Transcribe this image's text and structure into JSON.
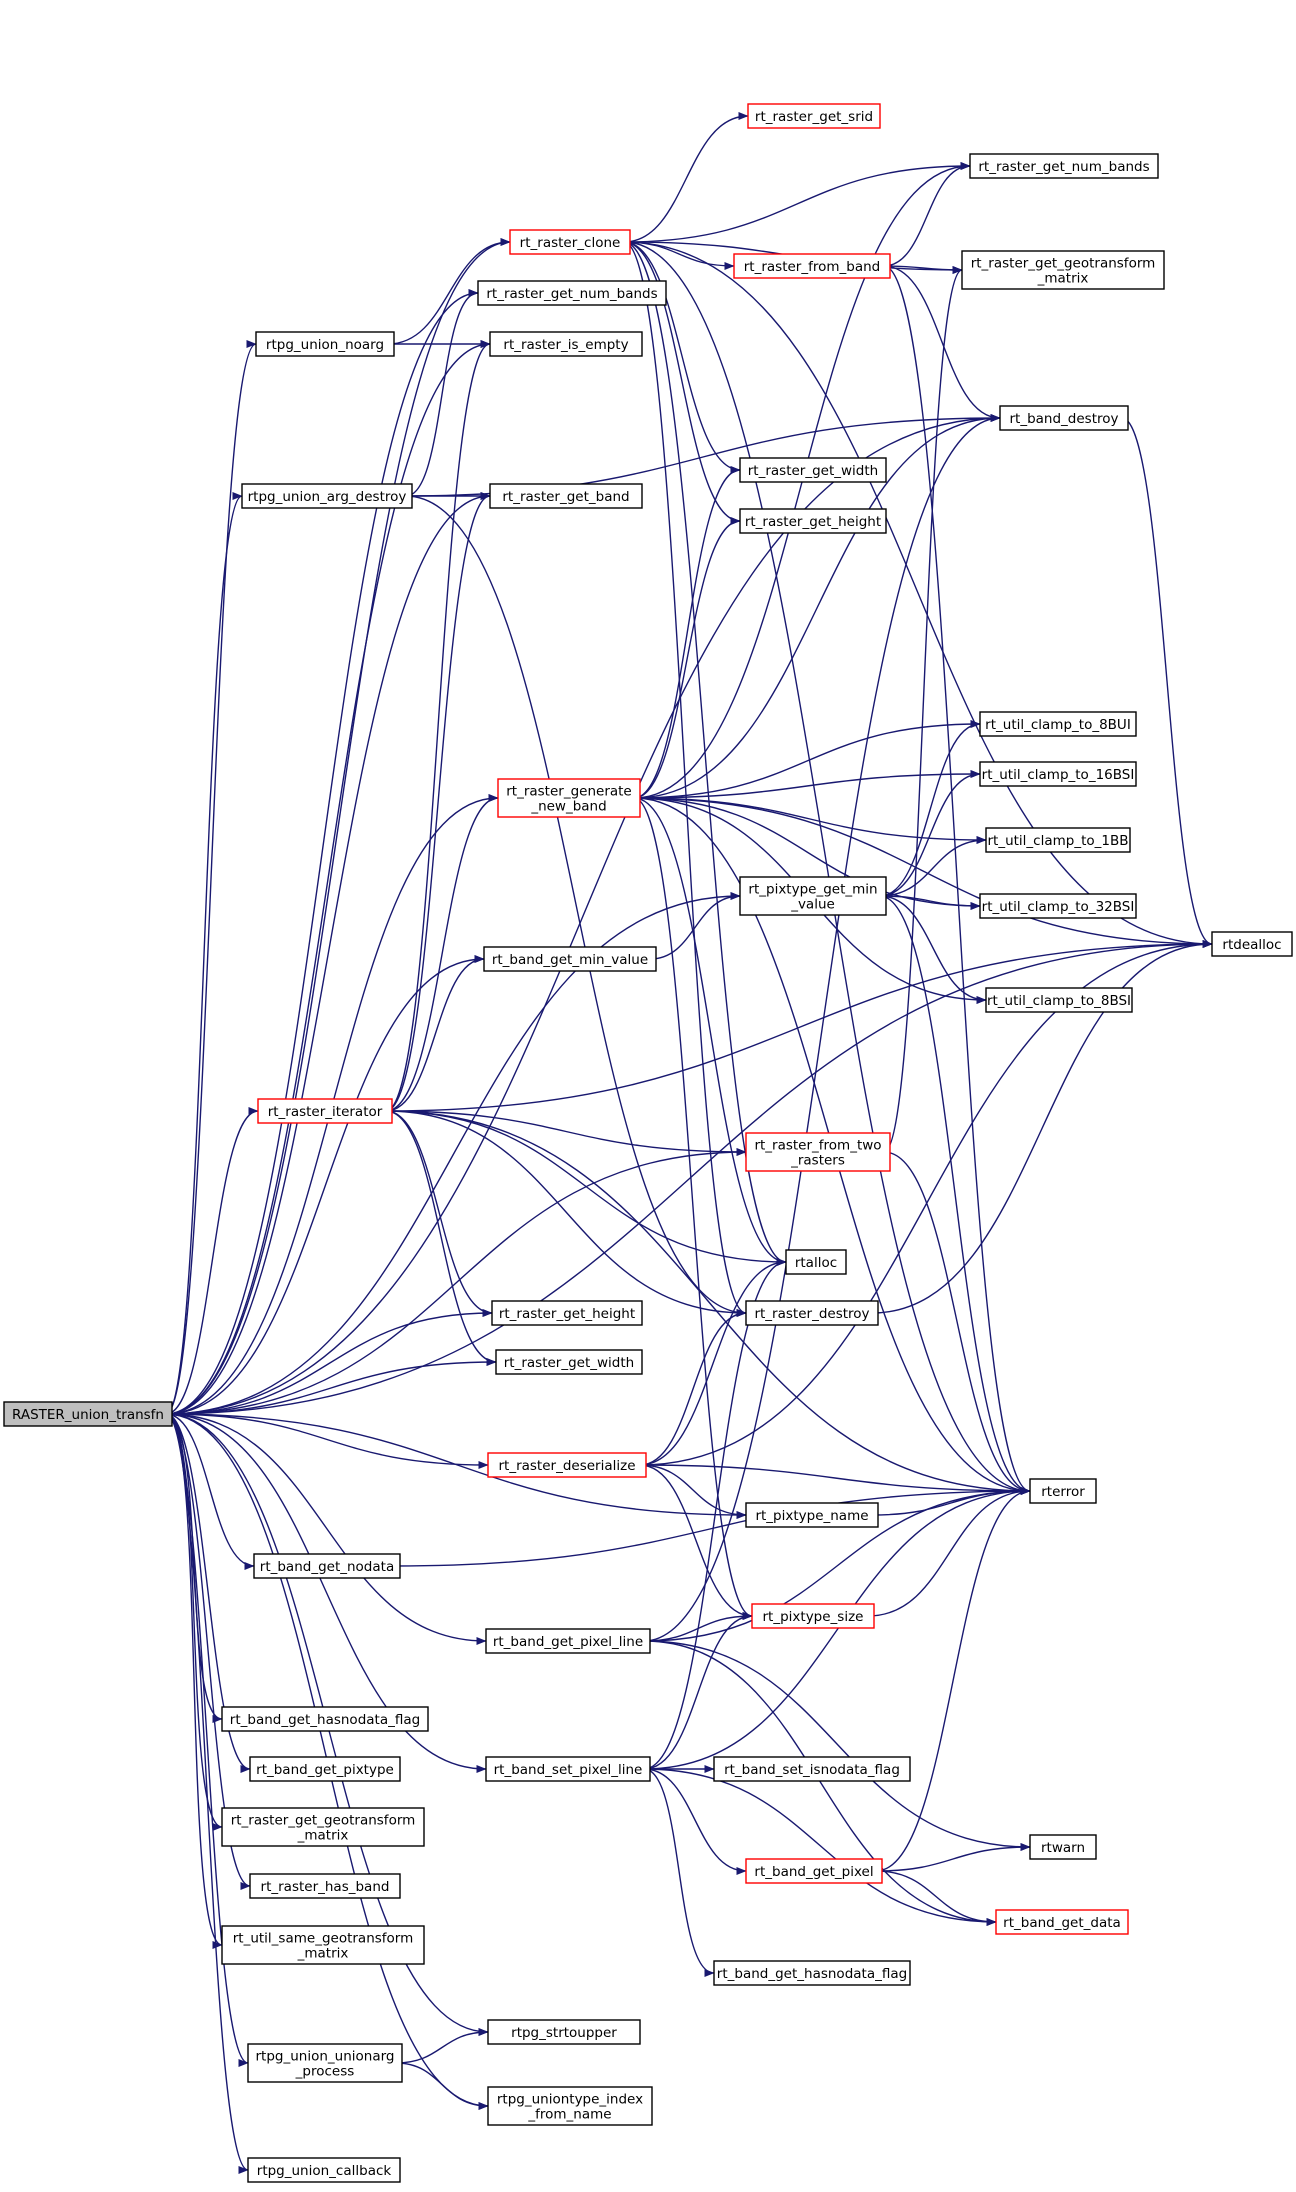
{
  "graph": {
    "edge_color": "#191970",
    "node_border_color": "#000000",
    "node_incomplete_border_color": "#ff0000",
    "root_fill": "#bfbfbf",
    "nodes": [
      {
        "id": "root",
        "lines": [
          "RASTER_union_transfn"
        ],
        "style": "root"
      },
      {
        "id": "rt_raster_clone",
        "lines": [
          "rt_raster_clone"
        ],
        "style": "red"
      },
      {
        "id": "rt_raster_get_srid",
        "lines": [
          "rt_raster_get_srid"
        ],
        "style": "red"
      },
      {
        "id": "rt_raster_get_num_bands_a",
        "lines": [
          "rt_raster_get_num_bands"
        ],
        "style": "normal"
      },
      {
        "id": "rt_raster_from_band",
        "lines": [
          "rt_raster_from_band"
        ],
        "style": "red"
      },
      {
        "id": "rt_raster_get_geotransform_matrix_a",
        "lines": [
          "rt_raster_get_geotransform",
          "_matrix"
        ],
        "style": "normal"
      },
      {
        "id": "rt_raster_get_num_bands_b",
        "lines": [
          "rt_raster_get_num_bands"
        ],
        "style": "normal"
      },
      {
        "id": "rtpg_union_noarg",
        "lines": [
          "rtpg_union_noarg"
        ],
        "style": "normal"
      },
      {
        "id": "rt_raster_is_empty",
        "lines": [
          "rt_raster_is_empty"
        ],
        "style": "normal"
      },
      {
        "id": "rt_band_destroy",
        "lines": [
          "rt_band_destroy"
        ],
        "style": "normal"
      },
      {
        "id": "rtpg_union_arg_destroy",
        "lines": [
          "rtpg_union_arg_destroy"
        ],
        "style": "normal"
      },
      {
        "id": "rt_raster_get_band",
        "lines": [
          "rt_raster_get_band"
        ],
        "style": "normal"
      },
      {
        "id": "rt_raster_get_width_a",
        "lines": [
          "rt_raster_get_width"
        ],
        "style": "normal"
      },
      {
        "id": "rt_raster_get_height_a",
        "lines": [
          "rt_raster_get_height"
        ],
        "style": "normal"
      },
      {
        "id": "rt_util_clamp_to_8BUI",
        "lines": [
          "rt_util_clamp_to_8BUI"
        ],
        "style": "normal"
      },
      {
        "id": "rt_raster_generate_new_band",
        "lines": [
          "rt_raster_generate",
          "_new_band"
        ],
        "style": "red"
      },
      {
        "id": "rt_util_clamp_to_16BSI",
        "lines": [
          "rt_util_clamp_to_16BSI"
        ],
        "style": "normal"
      },
      {
        "id": "rt_util_clamp_to_1BB",
        "lines": [
          "rt_util_clamp_to_1BB"
        ],
        "style": "normal"
      },
      {
        "id": "rt_util_clamp_to_32BSI",
        "lines": [
          "rt_util_clamp_to_32BSI"
        ],
        "style": "normal"
      },
      {
        "id": "rt_pixtype_get_min_value",
        "lines": [
          "rt_pixtype_get_min",
          "_value"
        ],
        "style": "normal"
      },
      {
        "id": "rt_band_get_min_value",
        "lines": [
          "rt_band_get_min_value"
        ],
        "style": "normal"
      },
      {
        "id": "rtdealloc",
        "lines": [
          "rtdealloc"
        ],
        "style": "normal"
      },
      {
        "id": "rt_util_clamp_to_8BSI",
        "lines": [
          "rt_util_clamp_to_8BSI"
        ],
        "style": "normal"
      },
      {
        "id": "rt_raster_iterator",
        "lines": [
          "rt_raster_iterator"
        ],
        "style": "red"
      },
      {
        "id": "rt_raster_from_two_rasters",
        "lines": [
          "rt_raster_from_two",
          "_rasters"
        ],
        "style": "red"
      },
      {
        "id": "rtalloc",
        "lines": [
          "rtalloc"
        ],
        "style": "normal"
      },
      {
        "id": "rt_raster_get_height_b",
        "lines": [
          "rt_raster_get_height"
        ],
        "style": "normal"
      },
      {
        "id": "rt_raster_destroy",
        "lines": [
          "rt_raster_destroy"
        ],
        "style": "normal"
      },
      {
        "id": "rt_raster_get_width_b",
        "lines": [
          "rt_raster_get_width"
        ],
        "style": "normal"
      },
      {
        "id": "rt_raster_deserialize",
        "lines": [
          "rt_raster_deserialize"
        ],
        "style": "red"
      },
      {
        "id": "rterror",
        "lines": [
          "rterror"
        ],
        "style": "normal"
      },
      {
        "id": "rt_pixtype_name",
        "lines": [
          "rt_pixtype_name"
        ],
        "style": "normal"
      },
      {
        "id": "rt_band_get_nodata",
        "lines": [
          "rt_band_get_nodata"
        ],
        "style": "normal"
      },
      {
        "id": "rt_pixtype_size",
        "lines": [
          "rt_pixtype_size"
        ],
        "style": "red"
      },
      {
        "id": "rt_band_get_pixel_line",
        "lines": [
          "rt_band_get_pixel_line"
        ],
        "style": "normal"
      },
      {
        "id": "rt_band_get_hasnodata_flag_a",
        "lines": [
          "rt_band_get_hasnodata_flag"
        ],
        "style": "normal"
      },
      {
        "id": "rt_band_get_pixtype",
        "lines": [
          "rt_band_get_pixtype"
        ],
        "style": "normal"
      },
      {
        "id": "rt_band_set_pixel_line",
        "lines": [
          "rt_band_set_pixel_line"
        ],
        "style": "normal"
      },
      {
        "id": "rt_band_set_isnodata_flag",
        "lines": [
          "rt_band_set_isnodata_flag"
        ],
        "style": "normal"
      },
      {
        "id": "rt_raster_get_geotransform_matrix_b",
        "lines": [
          "rt_raster_get_geotransform",
          "_matrix"
        ],
        "style": "normal"
      },
      {
        "id": "rtwarn",
        "lines": [
          "rtwarn"
        ],
        "style": "normal"
      },
      {
        "id": "rt_raster_has_band",
        "lines": [
          "rt_raster_has_band"
        ],
        "style": "normal"
      },
      {
        "id": "rt_band_get_pixel",
        "lines": [
          "rt_band_get_pixel"
        ],
        "style": "red"
      },
      {
        "id": "rt_band_get_data",
        "lines": [
          "rt_band_get_data"
        ],
        "style": "red"
      },
      {
        "id": "rt_util_same_geotransform_matrix",
        "lines": [
          "rt_util_same_geotransform",
          "_matrix"
        ],
        "style": "normal"
      },
      {
        "id": "rt_band_get_hasnodata_flag_b",
        "lines": [
          "rt_band_get_hasnodata_flag"
        ],
        "style": "normal"
      },
      {
        "id": "rtpg_strtoupper",
        "lines": [
          "rtpg_strtoupper"
        ],
        "style": "normal"
      },
      {
        "id": "rtpg_union_unionarg_process",
        "lines": [
          "rtpg_union_unionarg",
          "_process"
        ],
        "style": "normal"
      },
      {
        "id": "rtpg_uniontype_index_from_name",
        "lines": [
          "rtpg_uniontype_index",
          "_from_name"
        ],
        "style": "normal"
      },
      {
        "id": "rtpg_union_callback",
        "lines": [
          "rtpg_union_callback"
        ],
        "style": "normal"
      }
    ],
    "edges": [
      [
        "root",
        "rt_raster_clone"
      ],
      [
        "root",
        "rt_raster_get_num_bands_b"
      ],
      [
        "root",
        "rtpg_union_noarg"
      ],
      [
        "root",
        "rt_raster_is_empty"
      ],
      [
        "root",
        "rt_band_destroy"
      ],
      [
        "root",
        "rtpg_union_arg_destroy"
      ],
      [
        "root",
        "rt_raster_get_band"
      ],
      [
        "root",
        "rt_raster_generate_new_band"
      ],
      [
        "root",
        "rt_pixtype_get_min_value"
      ],
      [
        "root",
        "rt_band_get_min_value"
      ],
      [
        "root",
        "rt_raster_iterator"
      ],
      [
        "root",
        "rt_raster_from_two_rasters"
      ],
      [
        "root",
        "rt_raster_get_height_b"
      ],
      [
        "root",
        "rt_raster_get_width_b"
      ],
      [
        "root",
        "rt_raster_deserialize"
      ],
      [
        "root",
        "rtdealloc"
      ],
      [
        "root",
        "rt_pixtype_name"
      ],
      [
        "root",
        "rt_band_get_nodata"
      ],
      [
        "root",
        "rt_band_get_pixel_line"
      ],
      [
        "root",
        "rt_band_get_hasnodata_flag_a"
      ],
      [
        "root",
        "rt_band_get_pixtype"
      ],
      [
        "root",
        "rt_band_set_pixel_line"
      ],
      [
        "root",
        "rt_raster_get_geotransform_matrix_b"
      ],
      [
        "root",
        "rt_raster_has_band"
      ],
      [
        "root",
        "rt_util_same_geotransform_matrix"
      ],
      [
        "root",
        "rtpg_strtoupper"
      ],
      [
        "root",
        "rtpg_union_unionarg_process"
      ],
      [
        "root",
        "rtpg_uniontype_index_from_name"
      ],
      [
        "root",
        "rtpg_union_callback"
      ],
      [
        "rt_raster_clone",
        "rt_raster_get_srid"
      ],
      [
        "rt_raster_clone",
        "rt_raster_get_num_bands_a"
      ],
      [
        "rt_raster_clone",
        "rt_raster_from_band"
      ],
      [
        "rt_raster_clone",
        "rt_raster_get_geotransform_matrix_a"
      ],
      [
        "rt_raster_clone",
        "rt_raster_get_width_a"
      ],
      [
        "rt_raster_clone",
        "rt_raster_get_height_a"
      ],
      [
        "rt_raster_clone",
        "rtalloc"
      ],
      [
        "rt_raster_clone",
        "rt_raster_destroy"
      ],
      [
        "rt_raster_clone",
        "rtdealloc"
      ],
      [
        "rt_raster_clone",
        "rterror"
      ],
      [
        "rt_raster_from_band",
        "rt_raster_get_num_bands_a"
      ],
      [
        "rt_raster_from_band",
        "rt_raster_get_geotransform_matrix_a"
      ],
      [
        "rt_raster_from_band",
        "rt_band_destroy"
      ],
      [
        "rt_raster_from_band",
        "rterror"
      ],
      [
        "rtpg_union_noarg",
        "rt_raster_clone"
      ],
      [
        "rtpg_union_noarg",
        "rt_raster_is_empty"
      ],
      [
        "rt_band_destroy",
        "rtdealloc"
      ],
      [
        "rtpg_union_arg_destroy",
        "rt_raster_get_num_bands_b"
      ],
      [
        "rtpg_union_arg_destroy",
        "rt_band_destroy"
      ],
      [
        "rtpg_union_arg_destroy",
        "rt_raster_get_band"
      ],
      [
        "rtpg_union_arg_destroy",
        "rt_raster_destroy"
      ],
      [
        "rt_raster_generate_new_band",
        "rt_raster_get_num_bands_a"
      ],
      [
        "rt_raster_generate_new_band",
        "rt_band_destroy"
      ],
      [
        "rt_raster_generate_new_band",
        "rt_raster_get_width_a"
      ],
      [
        "rt_raster_generate_new_band",
        "rt_raster_get_height_a"
      ],
      [
        "rt_raster_generate_new_band",
        "rt_util_clamp_to_8BUI"
      ],
      [
        "rt_raster_generate_new_band",
        "rt_util_clamp_to_16BSI"
      ],
      [
        "rt_raster_generate_new_band",
        "rt_util_clamp_to_1BB"
      ],
      [
        "rt_raster_generate_new_band",
        "rt_util_clamp_to_32BSI"
      ],
      [
        "rt_raster_generate_new_band",
        "rt_util_clamp_to_8BSI"
      ],
      [
        "rt_raster_generate_new_band",
        "rtdealloc"
      ],
      [
        "rt_raster_generate_new_band",
        "rtalloc"
      ],
      [
        "rt_raster_generate_new_band",
        "rt_pixtype_size"
      ],
      [
        "rt_raster_generate_new_band",
        "rterror"
      ],
      [
        "rt_pixtype_get_min_value",
        "rt_util_clamp_to_8BUI"
      ],
      [
        "rt_pixtype_get_min_value",
        "rt_util_clamp_to_16BSI"
      ],
      [
        "rt_pixtype_get_min_value",
        "rt_util_clamp_to_1BB"
      ],
      [
        "rt_pixtype_get_min_value",
        "rt_util_clamp_to_32BSI"
      ],
      [
        "rt_pixtype_get_min_value",
        "rt_util_clamp_to_8BSI"
      ],
      [
        "rt_pixtype_get_min_value",
        "rterror"
      ],
      [
        "rt_band_get_min_value",
        "rt_pixtype_get_min_value"
      ],
      [
        "rt_raster_iterator",
        "rt_raster_get_band"
      ],
      [
        "rt_raster_iterator",
        "rt_raster_is_empty"
      ],
      [
        "rt_raster_iterator",
        "rt_raster_generate_new_band"
      ],
      [
        "rt_raster_iterator",
        "rt_band_get_min_value"
      ],
      [
        "rt_raster_iterator",
        "rt_raster_from_two_rasters"
      ],
      [
        "rt_raster_iterator",
        "rtalloc"
      ],
      [
        "rt_raster_iterator",
        "rt_raster_destroy"
      ],
      [
        "rt_raster_iterator",
        "rt_raster_get_height_b"
      ],
      [
        "rt_raster_iterator",
        "rt_raster_get_width_b"
      ],
      [
        "rt_raster_iterator",
        "rterror"
      ],
      [
        "rt_raster_iterator",
        "rtdealloc"
      ],
      [
        "rt_raster_from_two_rasters",
        "rt_raster_get_geotransform_matrix_a"
      ],
      [
        "rt_raster_from_two_rasters",
        "rterror"
      ],
      [
        "rt_raster_destroy",
        "rtdealloc"
      ],
      [
        "rt_raster_deserialize",
        "rtalloc"
      ],
      [
        "rt_raster_deserialize",
        "rt_raster_destroy"
      ],
      [
        "rt_raster_deserialize",
        "rt_pixtype_name"
      ],
      [
        "rt_raster_deserialize",
        "rt_pixtype_size"
      ],
      [
        "rt_raster_deserialize",
        "rterror"
      ],
      [
        "rt_raster_deserialize",
        "rtdealloc"
      ],
      [
        "rt_pixtype_name",
        "rterror"
      ],
      [
        "rt_band_get_nodata",
        "rterror"
      ],
      [
        "rt_pixtype_size",
        "rterror"
      ],
      [
        "rt_band_get_pixel_line",
        "rt_pixtype_size"
      ],
      [
        "rt_band_get_pixel_line",
        "rterror"
      ],
      [
        "rt_band_get_pixel_line",
        "rt_band_destroy"
      ],
      [
        "rt_band_get_pixel_line",
        "rtwarn"
      ],
      [
        "rt_band_get_pixel_line",
        "rt_band_get_data"
      ],
      [
        "rt_band_set_pixel_line",
        "rt_pixtype_size"
      ],
      [
        "rt_band_set_pixel_line",
        "rterror"
      ],
      [
        "rt_band_set_pixel_line",
        "rt_band_set_isnodata_flag"
      ],
      [
        "rt_band_set_pixel_line",
        "rt_band_get_pixel"
      ],
      [
        "rt_band_set_pixel_line",
        "rt_band_get_hasnodata_flag_b"
      ],
      [
        "rt_band_set_pixel_line",
        "rt_band_get_data"
      ],
      [
        "rt_band_set_pixel_line",
        "rtalloc"
      ],
      [
        "rt_band_get_pixel",
        "rterror"
      ],
      [
        "rt_band_get_pixel",
        "rtwarn"
      ],
      [
        "rt_band_get_pixel",
        "rt_band_get_data"
      ],
      [
        "rtpg_union_unionarg_process",
        "rtpg_strtoupper"
      ],
      [
        "rtpg_union_unionarg_process",
        "rtpg_uniontype_index_from_name"
      ]
    ]
  }
}
